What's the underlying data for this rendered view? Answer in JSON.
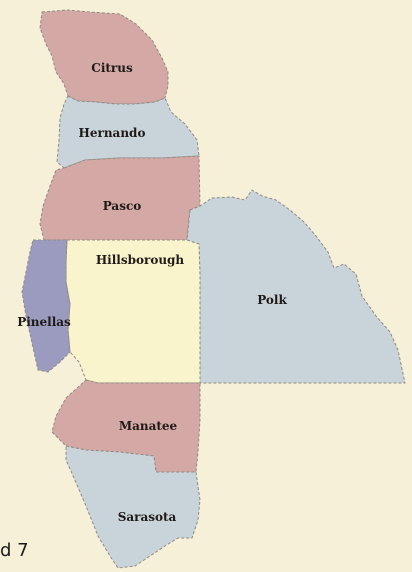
{
  "colors": {
    "background": "#f7f0d9",
    "pink": "#d4a8a5",
    "blue": "#c9d3da",
    "yellow": "#f9f4cb",
    "purple": "#9b9bbf",
    "border": "#8f8a84"
  },
  "counties": [
    {
      "id": "citrus",
      "label": "Citrus",
      "fill": "#d4a8a5"
    },
    {
      "id": "hernando",
      "label": "Hernando",
      "fill": "#c9d3da"
    },
    {
      "id": "pasco",
      "label": "Pasco",
      "fill": "#d4a8a5"
    },
    {
      "id": "hillsborough",
      "label": "Hillsborough",
      "fill": "#f9f4cb"
    },
    {
      "id": "polk",
      "label": "Polk",
      "fill": "#c9d3da"
    },
    {
      "id": "pinellas",
      "label": "Pinellas",
      "fill": "#9b9bbf"
    },
    {
      "id": "manatee",
      "label": "Manatee",
      "fill": "#d4a8a5"
    },
    {
      "id": "sarasota",
      "label": "Sarasota",
      "fill": "#c9d3da"
    }
  ],
  "footer": {
    "text": "d 7"
  }
}
